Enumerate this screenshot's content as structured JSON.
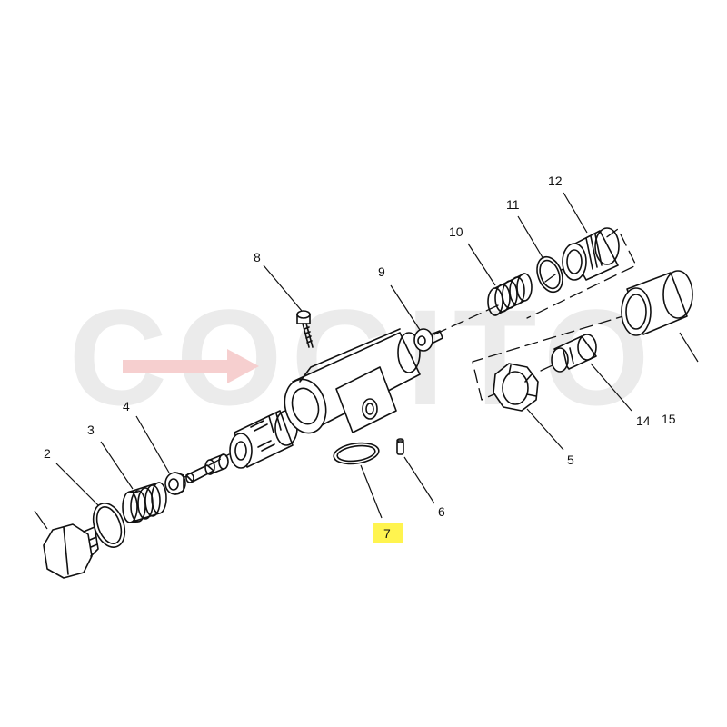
{
  "diagram": {
    "style": "exploded-parts-line-drawing",
    "colors": {
      "ink": "#111111",
      "highlight": "#fff44f",
      "watermark": "#ebebeb",
      "watermark_arrow": "#f6cfcf"
    },
    "watermark_text": "COGITO",
    "highlighted_part": "7",
    "parts": [
      {
        "id": "2",
        "label": "2",
        "name": "o-ring"
      },
      {
        "id": "3",
        "label": "3",
        "name": "spring"
      },
      {
        "id": "4",
        "label": "4",
        "name": "washer"
      },
      {
        "id": "5",
        "label": "5",
        "name": "lock-nut"
      },
      {
        "id": "6",
        "label": "6",
        "name": "pin"
      },
      {
        "id": "7",
        "label": "7",
        "name": "o-ring"
      },
      {
        "id": "8",
        "label": "8",
        "name": "bolt"
      },
      {
        "id": "9",
        "label": "9",
        "name": "washer"
      },
      {
        "id": "10",
        "label": "10",
        "name": "spring"
      },
      {
        "id": "11",
        "label": "11",
        "name": "o-ring"
      },
      {
        "id": "12",
        "label": "12",
        "name": "threaded-bushing"
      },
      {
        "id": "14",
        "label": "14",
        "name": "plug"
      },
      {
        "id": "15",
        "label": "15",
        "name": "sleeve"
      }
    ]
  }
}
